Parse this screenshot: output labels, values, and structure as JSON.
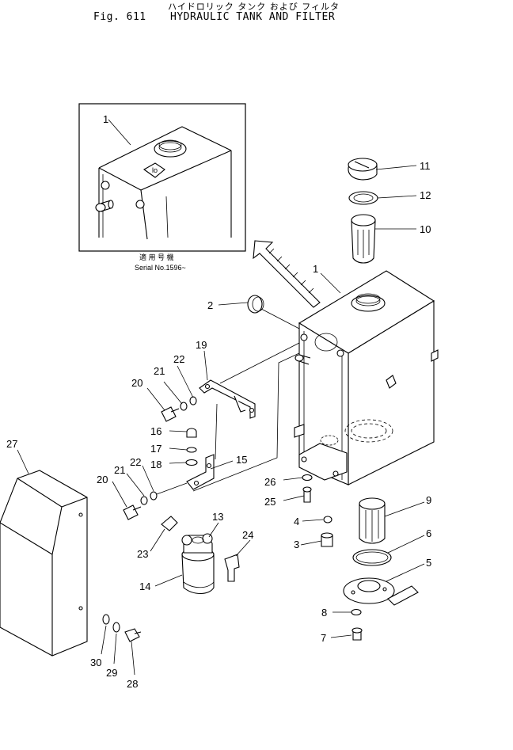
{
  "header": {
    "japanese_title": "ハイドロリック タンク および フィルタ",
    "figure_label": "Fig. 611",
    "figure_title": "HYDRAULIC TANK AND FILTER"
  },
  "inset": {
    "serial_jp": "適 用 号 機",
    "serial_text": "Serial No.1596~"
  },
  "callouts": [
    "1",
    "2",
    "3",
    "4",
    "5",
    "6",
    "7",
    "8",
    "9",
    "10",
    "11",
    "12",
    "13",
    "14",
    "15",
    "16",
    "17",
    "18",
    "19",
    "20",
    "21",
    "22",
    "23",
    "24",
    "25",
    "26",
    "27",
    "28",
    "29",
    "30"
  ],
  "icons": {
    "arrow": "hatched-arrow-icon"
  }
}
